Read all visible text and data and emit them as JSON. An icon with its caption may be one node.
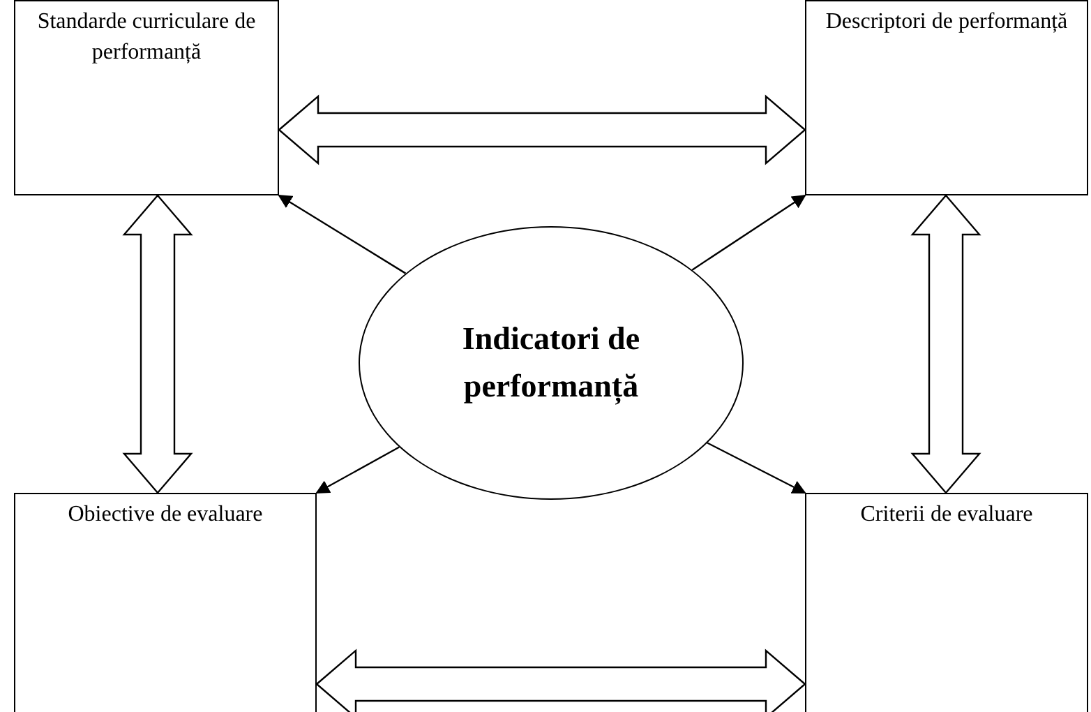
{
  "diagram": {
    "nodes": [
      {
        "text": [
          "Standarde curriculare de performanță"
        ]
      },
      {
        "text": [
          "Descriptori de performanță"
        ]
      },
      {
        "text": [
          "Obiective de evaluare"
        ]
      },
      {
        "text": [
          "Criterii de evaluare"
        ]
      },
      {
        "text": [
          "Indicatori de performanță"
        ]
      }
    ],
    "edges": [
      {
        "from": 0,
        "to": 1,
        "arrow": "both",
        "style": "thick"
      },
      {
        "from": 0,
        "to": 2,
        "arrow": "both",
        "style": "thick"
      },
      {
        "from": 1,
        "to": 3,
        "arrow": "both",
        "style": "thick"
      },
      {
        "from": 2,
        "to": 3,
        "arrow": "both",
        "style": "thick"
      },
      {
        "from": 4,
        "to": 0,
        "arrow": "to"
      },
      {
        "from": 4,
        "to": 1,
        "arrow": "to"
      },
      {
        "from": 4,
        "to": 2,
        "arrow": "to"
      },
      {
        "from": 4,
        "to": 3,
        "arrow": "to"
      }
    ]
  }
}
